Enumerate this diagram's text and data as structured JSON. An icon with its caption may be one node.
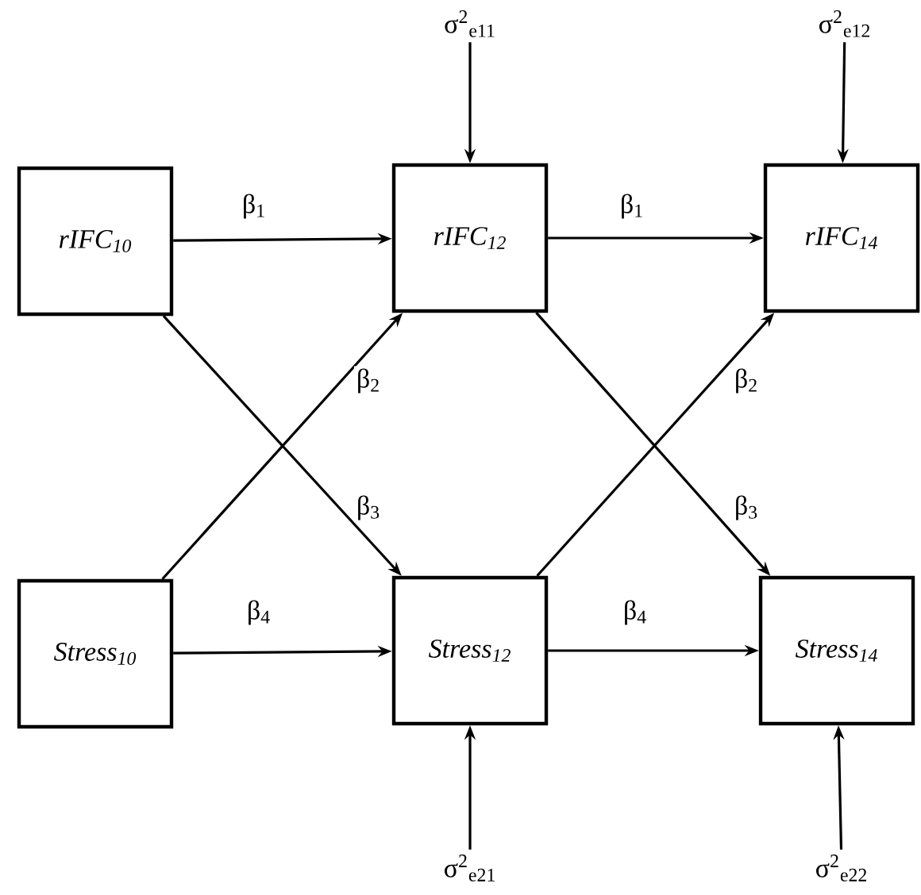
{
  "diagram": {
    "nodes": [
      {
        "text": [
          "rIFC$_{10}$"
        ]
      },
      {
        "text": [
          "rIFC$_{12}$"
        ]
      },
      {
        "text": [
          "rIFC$_{14}$"
        ]
      },
      {
        "text": [
          "Stress$_{10}$"
        ]
      },
      {
        "text": [
          "Stress$_{12}$"
        ]
      },
      {
        "text": [
          "Stress$_{14}$"
        ]
      },
      {
        "text": [
          "σ$^{2}$$_{e11}$"
        ]
      },
      {
        "text": [
          "σ$^{2}$$_{e12}$"
        ]
      },
      {
        "text": [
          "σ$^{2}$$_{e21}$"
        ]
      },
      {
        "text": [
          "σ$^{2}$$_{e22}$"
        ]
      }
    ],
    "edges": [
      {
        "from": 0,
        "to": 1,
        "arrow": "to",
        "label": "β$_{1}$"
      },
      {
        "from": 1,
        "to": 2,
        "arrow": "to",
        "label": "β$_{1}$"
      },
      {
        "from": 3,
        "to": 1,
        "arrow": "to",
        "label": "β$_{2}$"
      },
      {
        "from": 4,
        "to": 2,
        "arrow": "to",
        "label": "β$_{2}$"
      },
      {
        "from": 0,
        "to": 4,
        "arrow": "to",
        "label": "β$_{3}$"
      },
      {
        "from": 1,
        "to": 5,
        "arrow": "to",
        "label": "β$_{3}$"
      },
      {
        "from": 3,
        "to": 4,
        "arrow": "to",
        "label": "β$_{4}$"
      },
      {
        "from": 4,
        "to": 5,
        "arrow": "to",
        "label": "β$_{4}$"
      },
      {
        "from": 6,
        "to": 1,
        "arrow": "to"
      },
      {
        "from": 7,
        "to": 2,
        "arrow": "to"
      },
      {
        "from": 8,
        "to": 4,
        "arrow": "to"
      },
      {
        "from": 9,
        "to": 5,
        "arrow": "to"
      }
    ]
  }
}
